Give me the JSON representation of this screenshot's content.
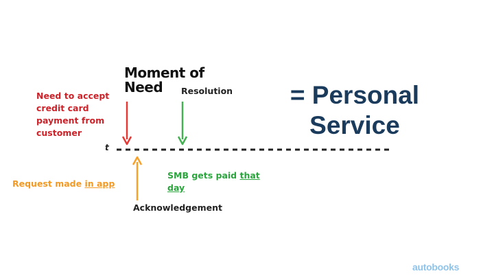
{
  "diagram": {
    "moment_title": "Moment of Need",
    "resolution_label": "Resolution",
    "need_text": "Need to accept credit card payment from customer",
    "t_label": "t",
    "request_text_prefix": "Request made ",
    "request_text_link": "in app",
    "smb_text_prefix": "SMB gets paid ",
    "smb_text_link": "that day",
    "acknowledgement_label": "Acknowledgement",
    "headline": "= Personal Service"
  },
  "brand": {
    "logo": "autobooks"
  },
  "colors": {
    "need": "#cc2229",
    "request": "#f39a24",
    "resolution": "#2aa63d",
    "headline": "#1a3b5c",
    "logo": "#8ec3ea"
  }
}
